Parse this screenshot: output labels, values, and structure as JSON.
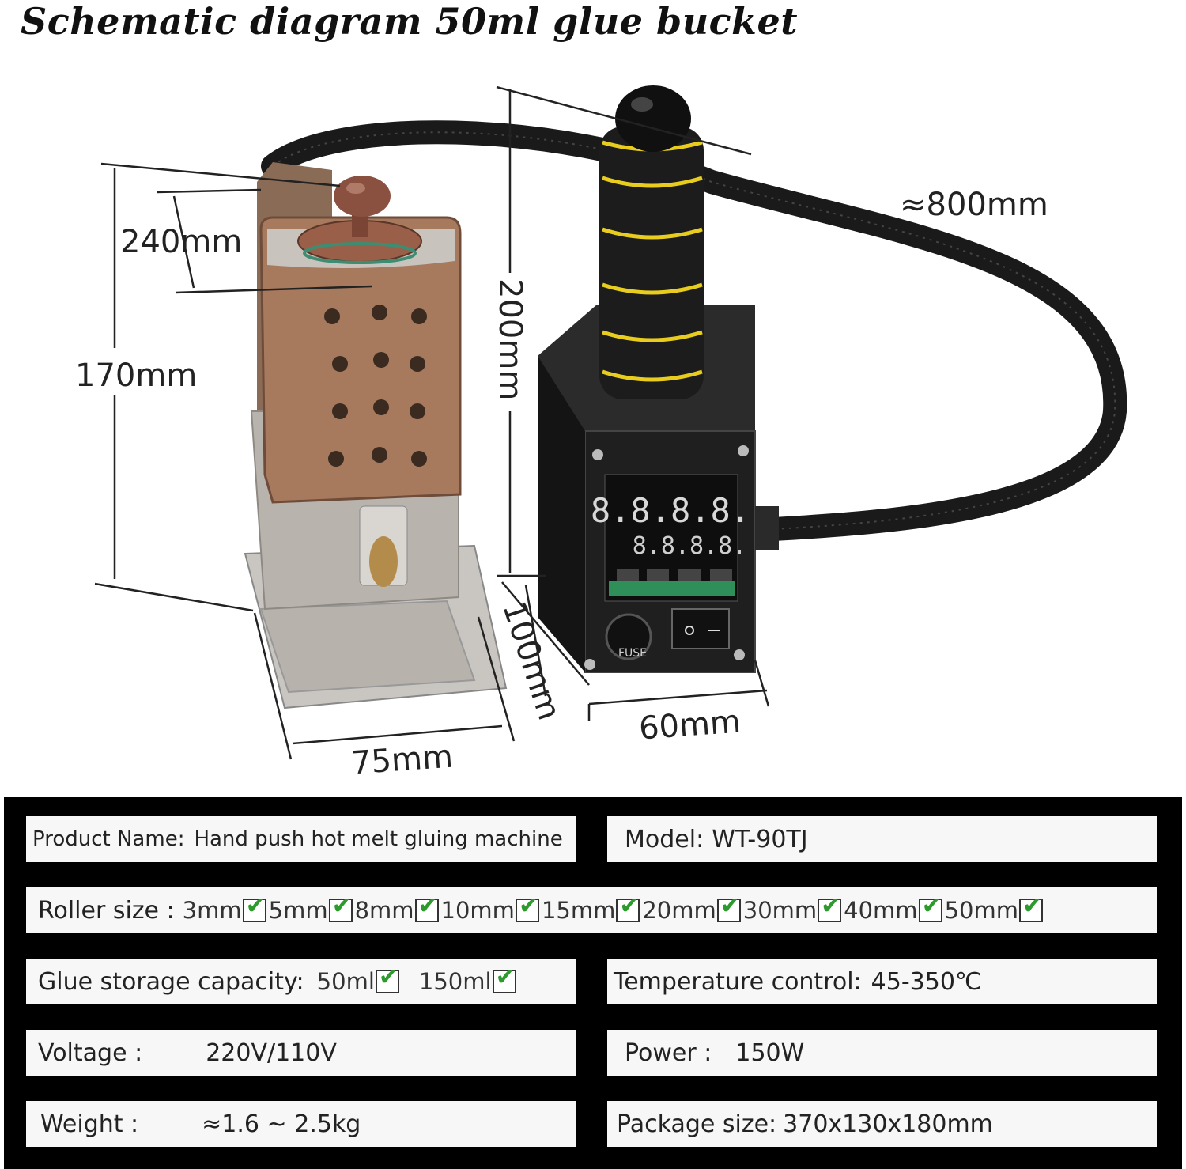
{
  "title": "Schematic diagram 50ml glue bucket",
  "dimensions": {
    "bucket_width": "240mm",
    "height_left": "170mm",
    "height_handle": "200mm",
    "hose_length": "≈800mm",
    "box_depth": "100mm",
    "box_width": "60mm",
    "base_width": "75mm"
  },
  "specs": {
    "product_name_label": "Product Name:",
    "product_name_value": "Hand push hot melt gluing machine",
    "model_label": "Model:",
    "model_value": "WT-90TJ",
    "roller_label": "Roller size :",
    "roller_sizes": [
      "3mm",
      "5mm",
      "8mm",
      "10mm",
      "15mm",
      "20mm",
      "30mm",
      "40mm",
      "50mm"
    ],
    "capacity_label": "Glue storage capacity:",
    "capacity_1": "50ml",
    "capacity_2": "150ml",
    "temp_label": "Temperature control:",
    "temp_value": "45-350℃",
    "voltage_label": "Voltage :",
    "voltage_value": "220V/110V",
    "power_label": "Power :",
    "power_value": "150W",
    "weight_label": "Weight :",
    "weight_value": "≈1.6 ~ 2.5kg",
    "package_label": "Package size:",
    "package_value": "370x130x180mm"
  },
  "display": {
    "top_digits": "8.8.8.8.",
    "bottom_digits": "8.8.8.8.",
    "fuse_label": "FUSE"
  }
}
